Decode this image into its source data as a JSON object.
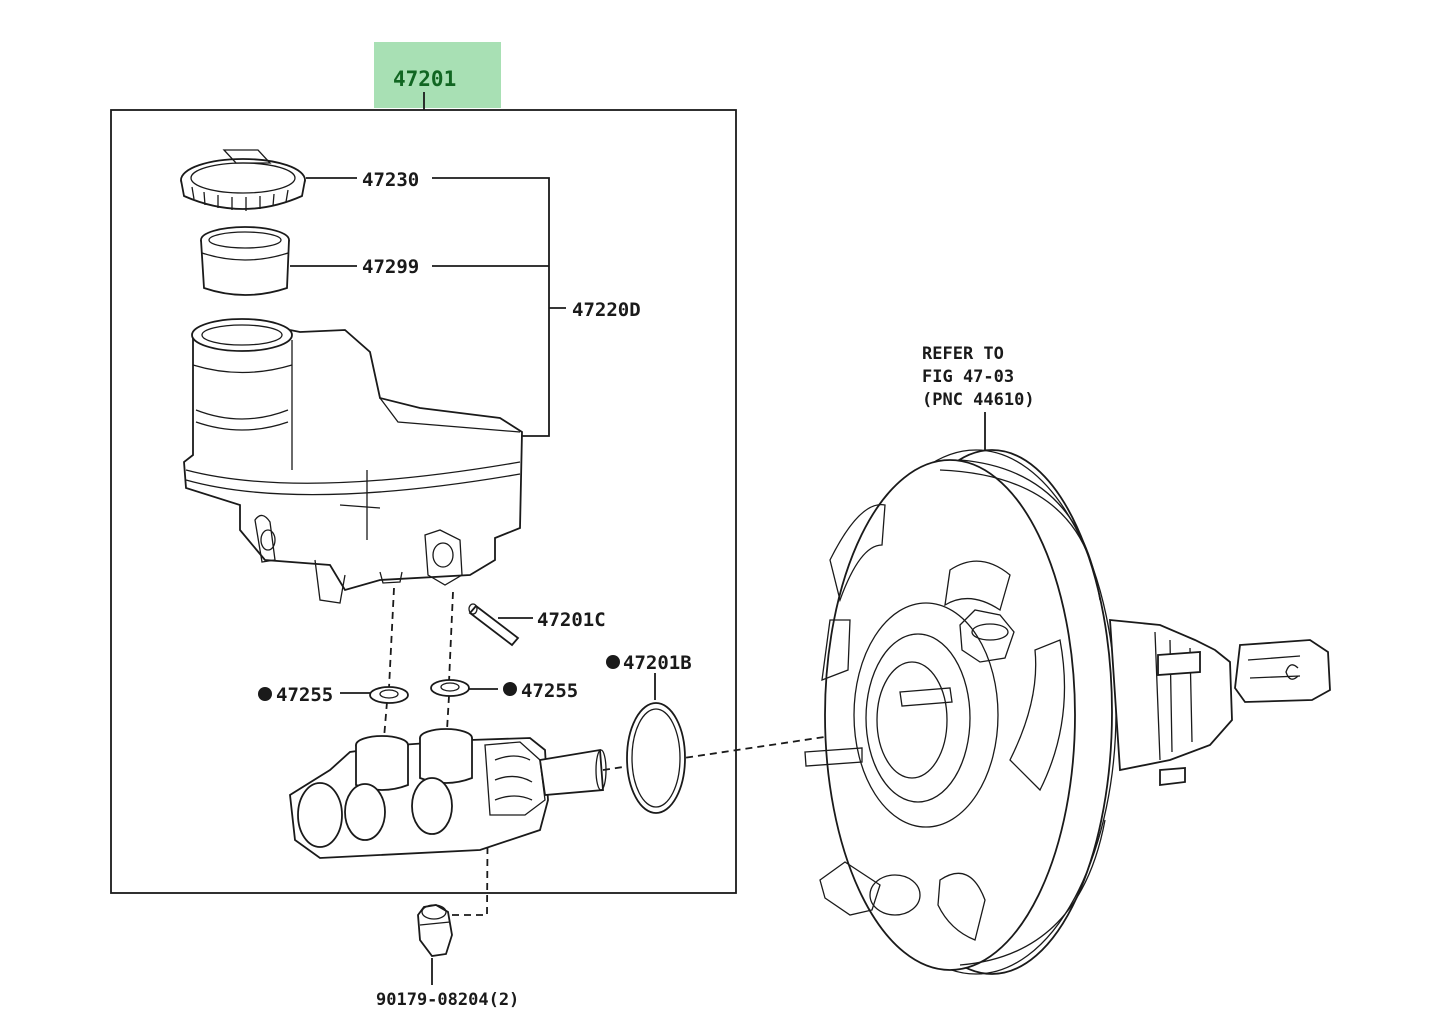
{
  "highlight_color": "#a8e0b4",
  "highlight_text_color": "#116622",
  "assembly": {
    "part_number": "47201"
  },
  "callouts": {
    "cap": "47230",
    "strainer": "47299",
    "reservoir": "47220D",
    "pin": "47201C",
    "grommet_left": "47255",
    "grommet_right": "47255",
    "oring": "47201B",
    "nut": "90179-08204(2)"
  },
  "reference_note": {
    "line1": "REFER TO",
    "line2": "FIG 47-03",
    "line3": "(PNC 44610)"
  }
}
